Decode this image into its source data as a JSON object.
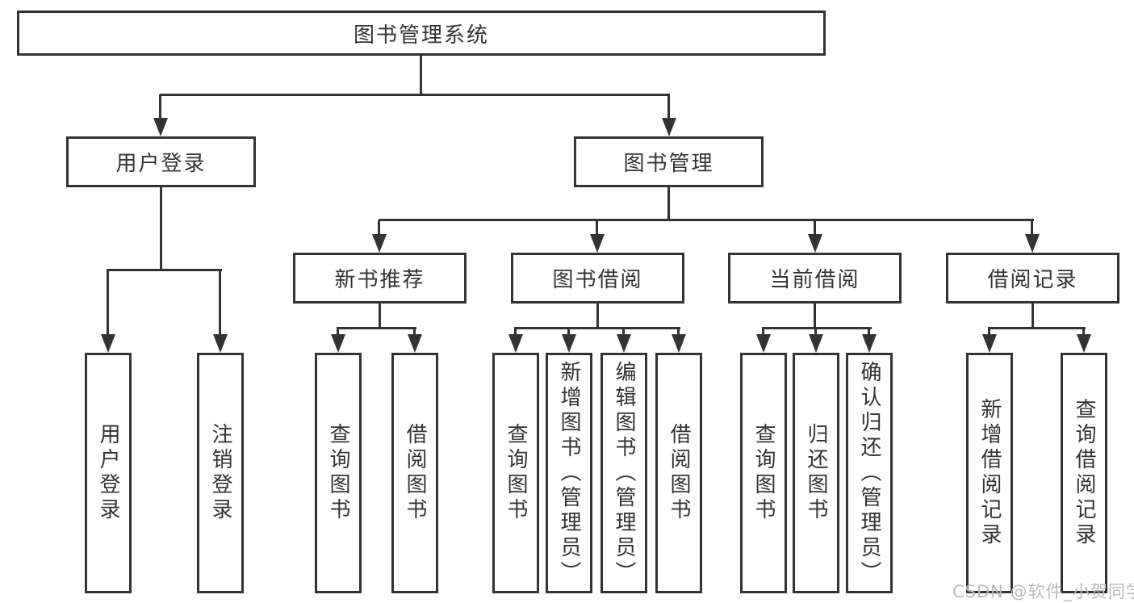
{
  "page": {
    "background": "#ffffff"
  },
  "colors": {
    "line": "#333333",
    "box_border": "#333333",
    "text": "#333333",
    "watermark": "#b9bbbf"
  },
  "watermark": {
    "text": "CSDN @软件_小贺同学"
  },
  "tree": {
    "root": {
      "label": "图书管理系统"
    },
    "groups": [
      {
        "label": "用户登录",
        "children": [
          "用户登录",
          "注销登录"
        ]
      },
      {
        "label": "图书管理",
        "subgroups": [
          {
            "label": "新书推荐",
            "children": [
              "查询图书",
              "借阅图书"
            ]
          },
          {
            "label": "图书借阅",
            "children": [
              "查询图书",
              "新增图书（管理员）",
              "编辑图书（管理员）",
              "借阅图书"
            ]
          },
          {
            "label": "当前借阅",
            "children": [
              "查询图书",
              "归还图书",
              "确认归还（管理员）"
            ]
          },
          {
            "label": "借阅记录",
            "children": [
              "新增借阅记录",
              "查询借阅记录"
            ]
          }
        ]
      }
    ]
  }
}
